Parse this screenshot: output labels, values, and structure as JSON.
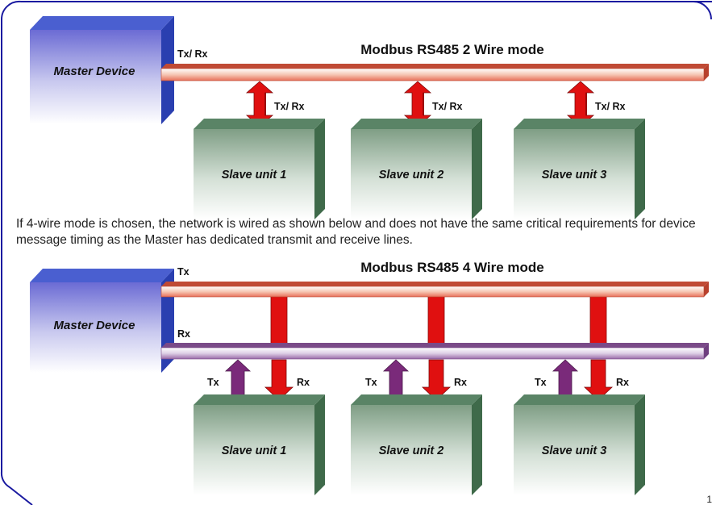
{
  "diagrams": [
    {
      "title": "Modbus RS485 2 Wire mode",
      "master_label": "Master Device",
      "bus_labels": [
        "Tx/ Rx"
      ],
      "slaves": [
        {
          "name": "Slave unit 1",
          "link_labels": [
            "Tx/ Rx"
          ]
        },
        {
          "name": "Slave unit 2",
          "link_labels": [
            "Tx/ Rx"
          ]
        },
        {
          "name": "Slave unit 3",
          "link_labels": [
            "Tx/ Rx"
          ]
        }
      ]
    },
    {
      "title": "Modbus RS485 4 Wire mode",
      "master_label": "Master Device",
      "bus_labels": [
        "Tx",
        "Rx"
      ],
      "slaves": [
        {
          "name": "Slave unit 1",
          "link_labels": [
            "Tx",
            "Rx"
          ]
        },
        {
          "name": "Slave unit 2",
          "link_labels": [
            "Tx",
            "Rx"
          ]
        },
        {
          "name": "Slave unit 3",
          "link_labels": [
            "Tx",
            "Rx"
          ]
        }
      ]
    }
  ],
  "caption": "If 4-wire mode is chosen, the network is wired as shown below and does not have the same critical requirements for device message timing as the Master has dedicated transmit and receive lines.",
  "page_number": "1",
  "colors": {
    "frame": "#1a1aa0",
    "tx_bus": "#e8705a",
    "rx_bus": "#9a6aa8",
    "arrow_red": "#e01010",
    "arrow_purple": "#7a2a7a",
    "master_face": "#6f6fd6",
    "slave_face": "#7a9a80"
  }
}
